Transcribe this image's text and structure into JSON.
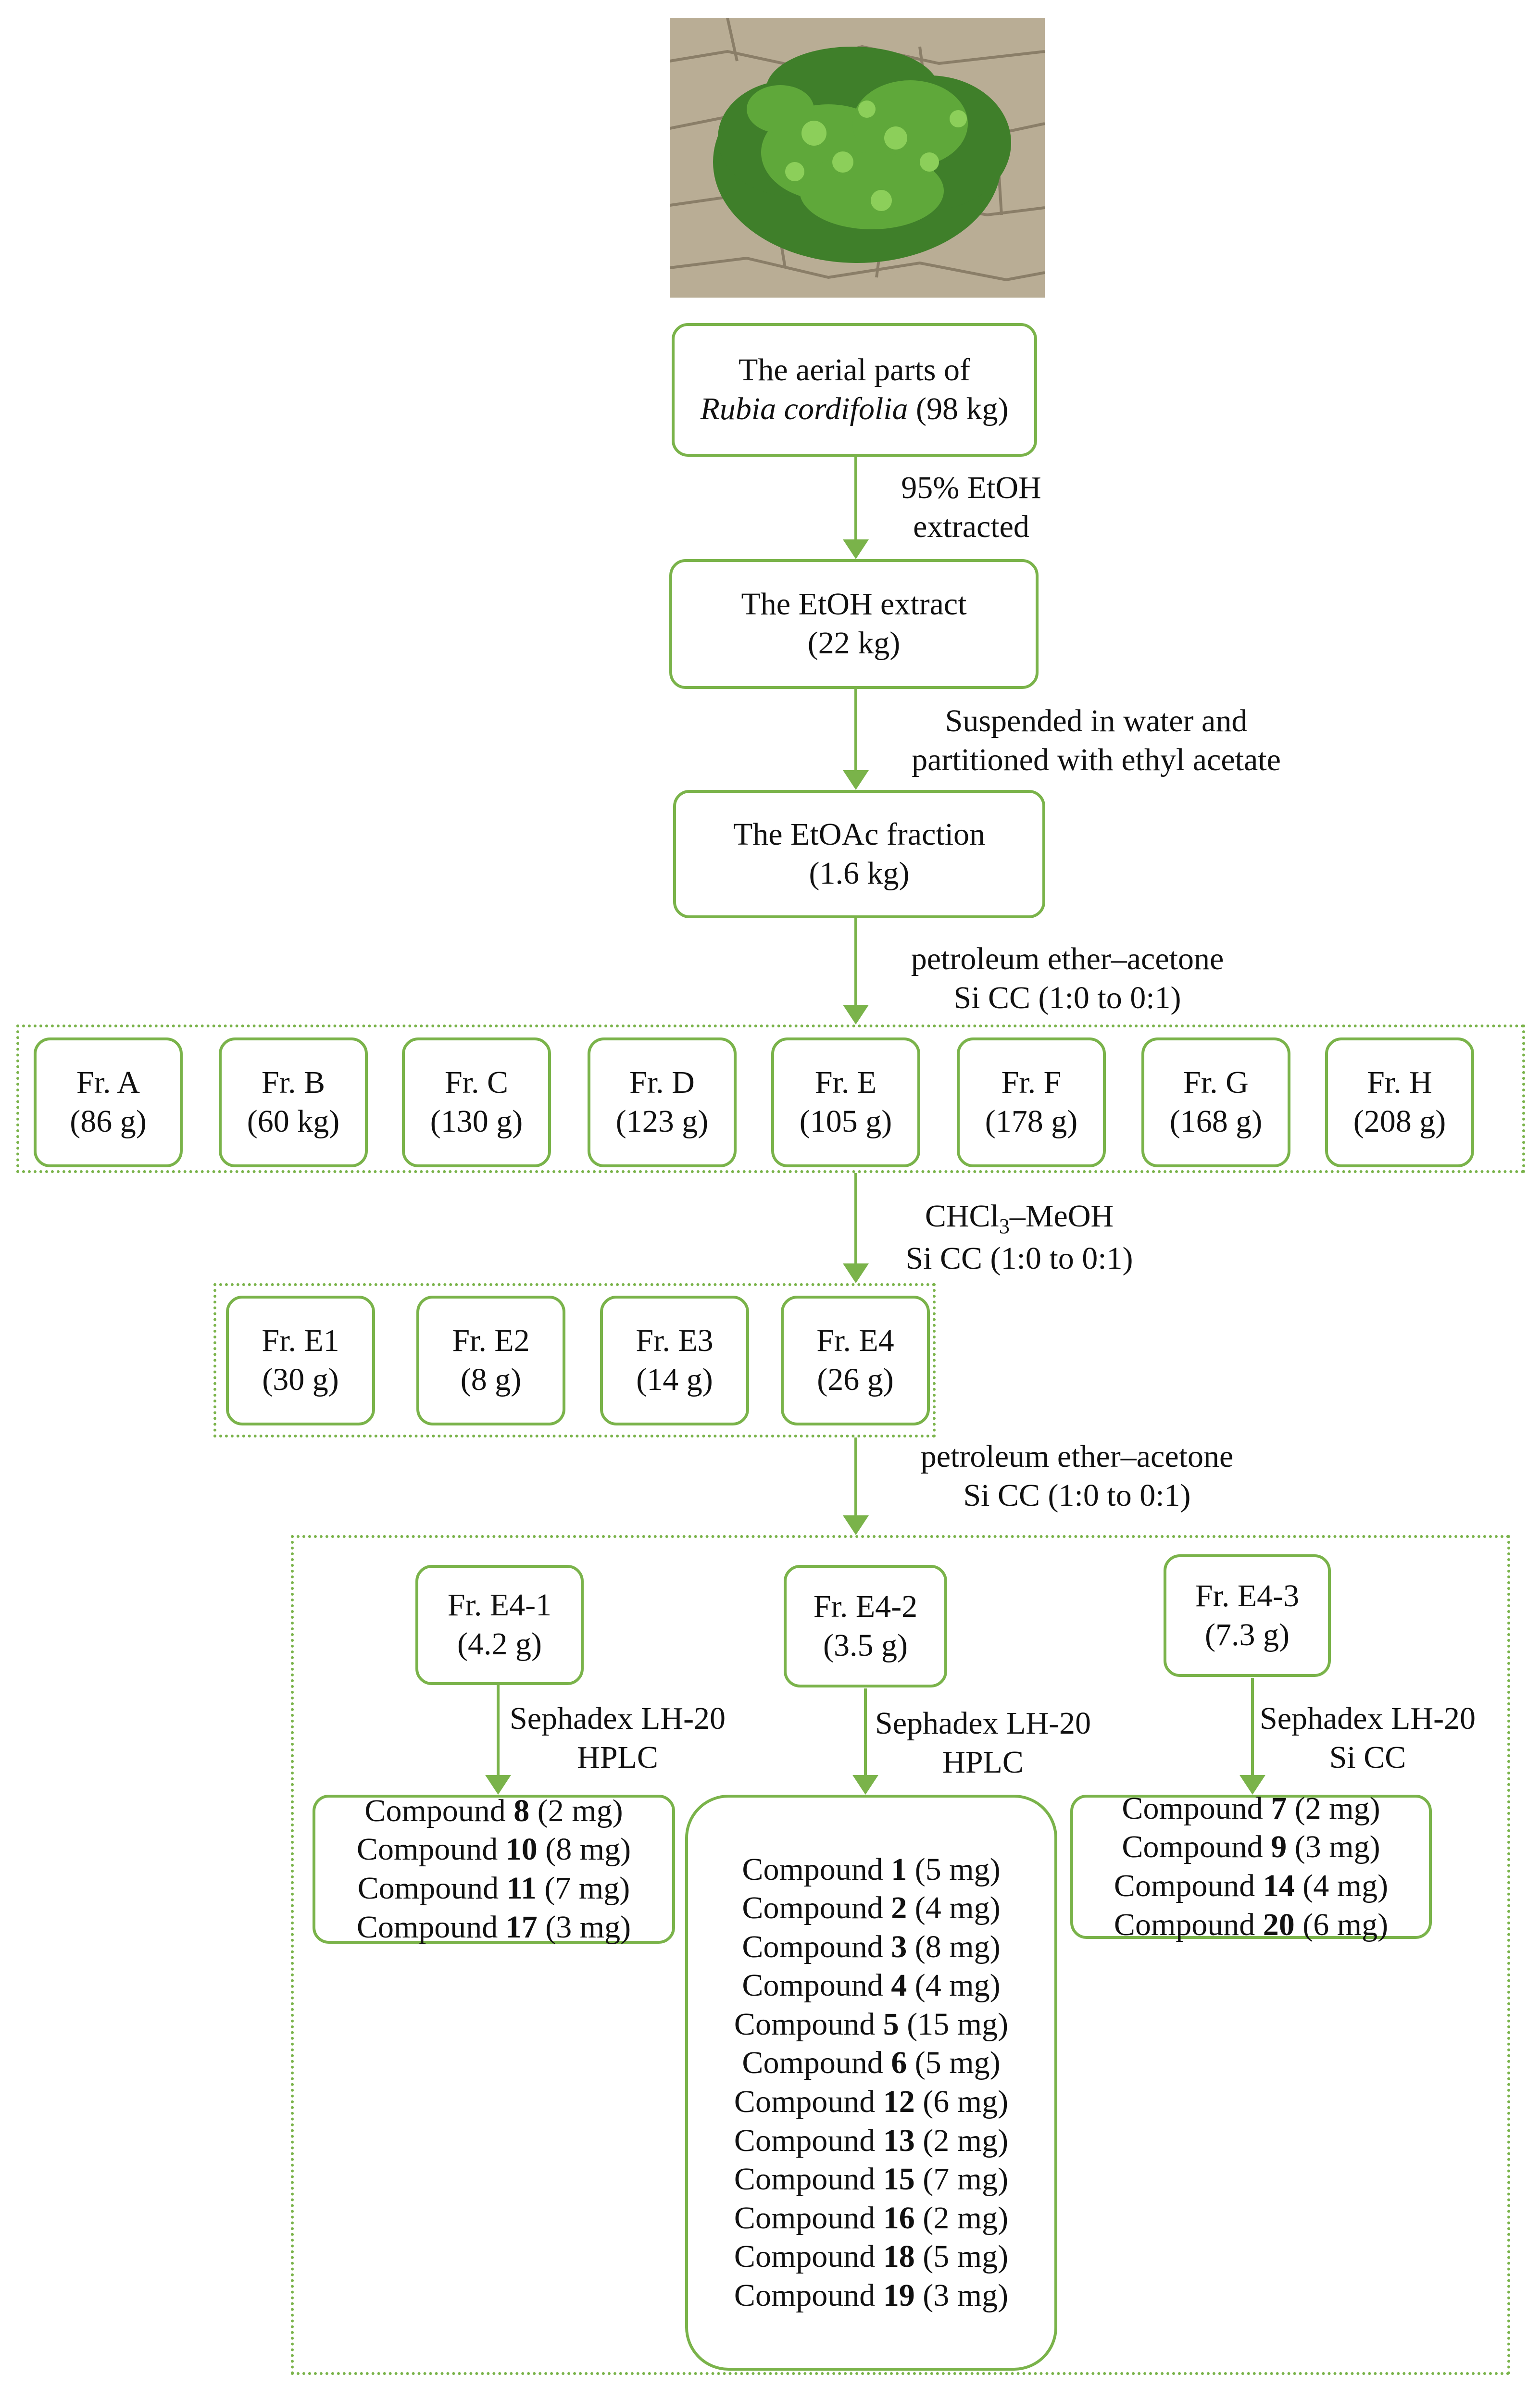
{
  "plant": {
    "part_text": "The aerial parts of",
    "species": "Rubia cordifolia",
    "amount": "(98 kg)"
  },
  "steps": {
    "extraction_line1": "95% EtOH",
    "extraction_line2": "extracted",
    "partition_line1": "Suspended  in water and",
    "partition_line2": "partitioned with ethyl acetate",
    "cc1_line1": "petroleum ether–acetone",
    "cc1_line2": "Si CC (1:0 to 0:1)",
    "cc2_line1_pre": "CHCl",
    "cc2_line1_sub": "3",
    "cc2_line1_post": "–MeOH",
    "cc2_line2": "Si CC (1:0 to 0:1)",
    "cc3_line1": "petroleum ether–acetone",
    "cc3_line2": "Si CC (1:0 to 0:1)"
  },
  "extract": {
    "line1": "The EtOH extract",
    "line2": "(22 kg)"
  },
  "etoac": {
    "line1": "The EtOAc fraction",
    "line2": "(1.6 kg)"
  },
  "fractions": [
    {
      "name": "Fr. A",
      "amount": "(86 g)"
    },
    {
      "name": "Fr. B",
      "amount": "(60 kg)"
    },
    {
      "name": "Fr. C",
      "amount": "(130 g)"
    },
    {
      "name": "Fr. D",
      "amount": "(123 g)"
    },
    {
      "name": "Fr. E",
      "amount": "(105 g)"
    },
    {
      "name": "Fr. F",
      "amount": "(178 g)"
    },
    {
      "name": "Fr. G",
      "amount": "(168 g)"
    },
    {
      "name": "Fr. H",
      "amount": "(208 g)"
    }
  ],
  "subfractions": [
    {
      "name": "Fr. E1",
      "amount": "(30 g)"
    },
    {
      "name": "Fr. E2",
      "amount": "(8 g)"
    },
    {
      "name": "Fr. E3",
      "amount": "(14 g)"
    },
    {
      "name": "Fr. E4",
      "amount": "(26 g)"
    }
  ],
  "e4_fractions": [
    {
      "name": "Fr. E4-1",
      "amount": "(4.2 g)",
      "method_line1": "Sephadex  LH-20",
      "method_line2": "HPLC",
      "compounds": [
        {
          "prefix": "Compound",
          "number": "8",
          "amount": "(2 mg)"
        },
        {
          "prefix": "Compound",
          "number": "10",
          "amount": "(8 mg)"
        },
        {
          "prefix": "Compound",
          "number": "11",
          "amount": "(7 mg)"
        },
        {
          "prefix": "Compound",
          "number": "17",
          "amount": "(3 mg)"
        }
      ]
    },
    {
      "name": "Fr. E4-2",
      "amount": "(3.5 g)",
      "method_line1": "Sephadex  LH-20",
      "method_line2": "HPLC",
      "compounds": [
        {
          "prefix": "Compound",
          "number": "1",
          "amount": "(5 mg)"
        },
        {
          "prefix": "Compound",
          "number": "2",
          "amount": "(4 mg)"
        },
        {
          "prefix": "Compound",
          "number": "3",
          "amount": "(8 mg)"
        },
        {
          "prefix": "Compound",
          "number": "4",
          "amount": "(4 mg)"
        },
        {
          "prefix": "Compound",
          "number": "5",
          "amount": "(15 mg)"
        },
        {
          "prefix": "Compound",
          "number": "6",
          "amount": "(5 mg)"
        },
        {
          "prefix": "Compound",
          "number": "12",
          "amount": "(6 mg)"
        },
        {
          "prefix": "Compound",
          "number": "13",
          "amount": "(2 mg)"
        },
        {
          "prefix": "Compound",
          "number": "15",
          "amount": "(7 mg)"
        },
        {
          "prefix": "Compound",
          "number": "16",
          "amount": "(2 mg)"
        },
        {
          "prefix": "Compound",
          "number": "18",
          "amount": "(5 mg)"
        },
        {
          "prefix": "Compound",
          "number": "19",
          "amount": "(3 mg)"
        }
      ]
    },
    {
      "name": "Fr. E4-3",
      "amount": "(7.3 g)",
      "method_line1": "Sephadex  LH-20",
      "method_line2": "Si CC",
      "compounds": [
        {
          "prefix": "Compound",
          "number": "7",
          "amount": "(2 mg)"
        },
        {
          "prefix": "Compound",
          "number": "9",
          "amount": "(3 mg)"
        },
        {
          "prefix": "Compound",
          "number": "14",
          "amount": "(4 mg)"
        },
        {
          "prefix": "Compound",
          "number": "20",
          "amount": "(6 mg)"
        }
      ]
    }
  ],
  "colors": {
    "accent": "#7ab34a",
    "text": "#111111"
  }
}
